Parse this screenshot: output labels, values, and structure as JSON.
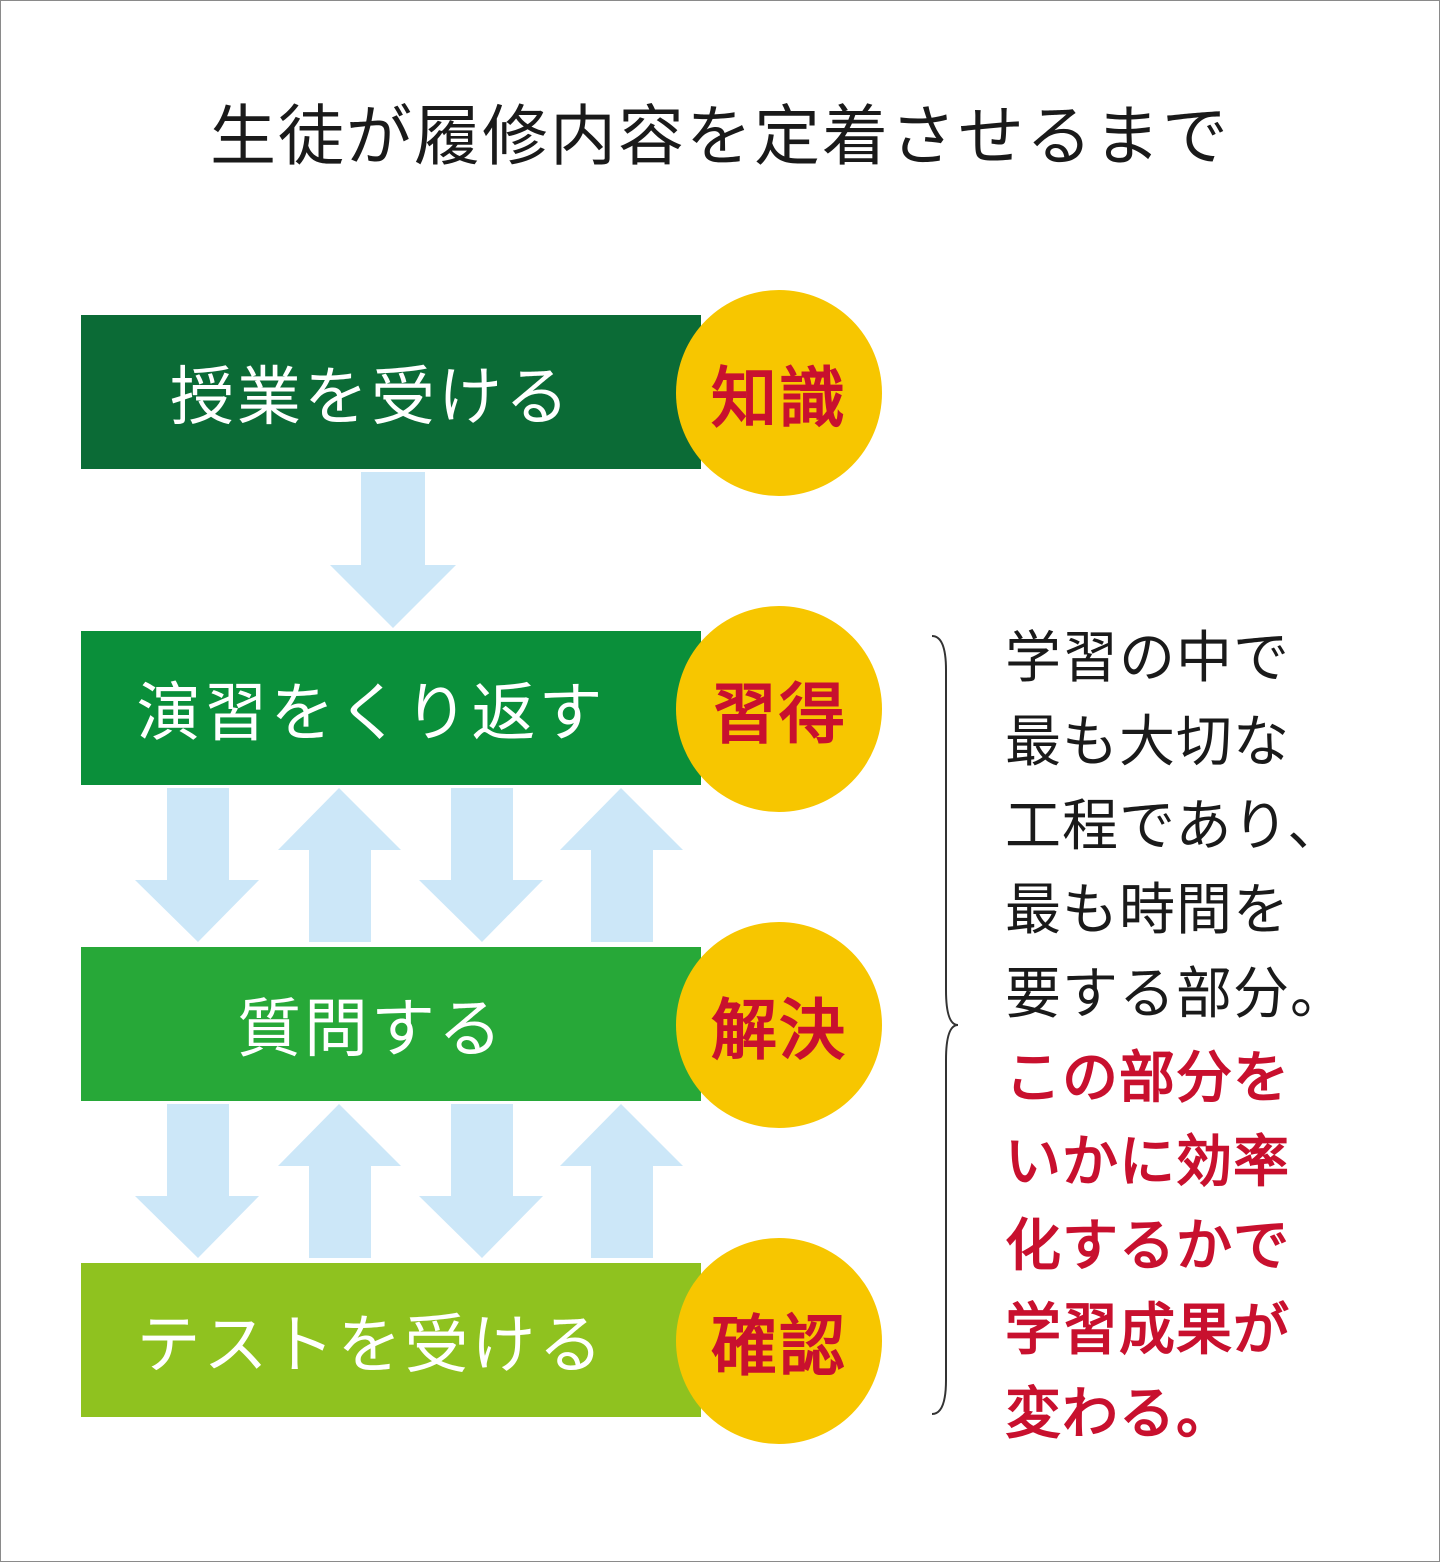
{
  "title": "生徒が履修内容を定着させるまで",
  "steps": [
    {
      "label": "授業を受ける",
      "badge": "知識",
      "color": "#0b6b36"
    },
    {
      "label": "演習をくり返す",
      "badge": "習得",
      "color": "#0a8f3a"
    },
    {
      "label": "質問する",
      "badge": "解決",
      "color": "#27a838"
    },
    {
      "label": "テストを受ける",
      "badge": "確認",
      "color": "#8fc21f"
    }
  ],
  "badge_color": "#f7c600",
  "badge_text_color": "#c8102e",
  "arrow_color": "#cce7f8",
  "note": {
    "lines": [
      "学習の中で",
      "最も大切な",
      "工程であり、",
      "最も時間を",
      "要する部分。"
    ],
    "emphasis_lines": [
      "この部分を",
      "いかに効率",
      "化するかで",
      "学習成果が",
      "変わる。"
    ]
  }
}
